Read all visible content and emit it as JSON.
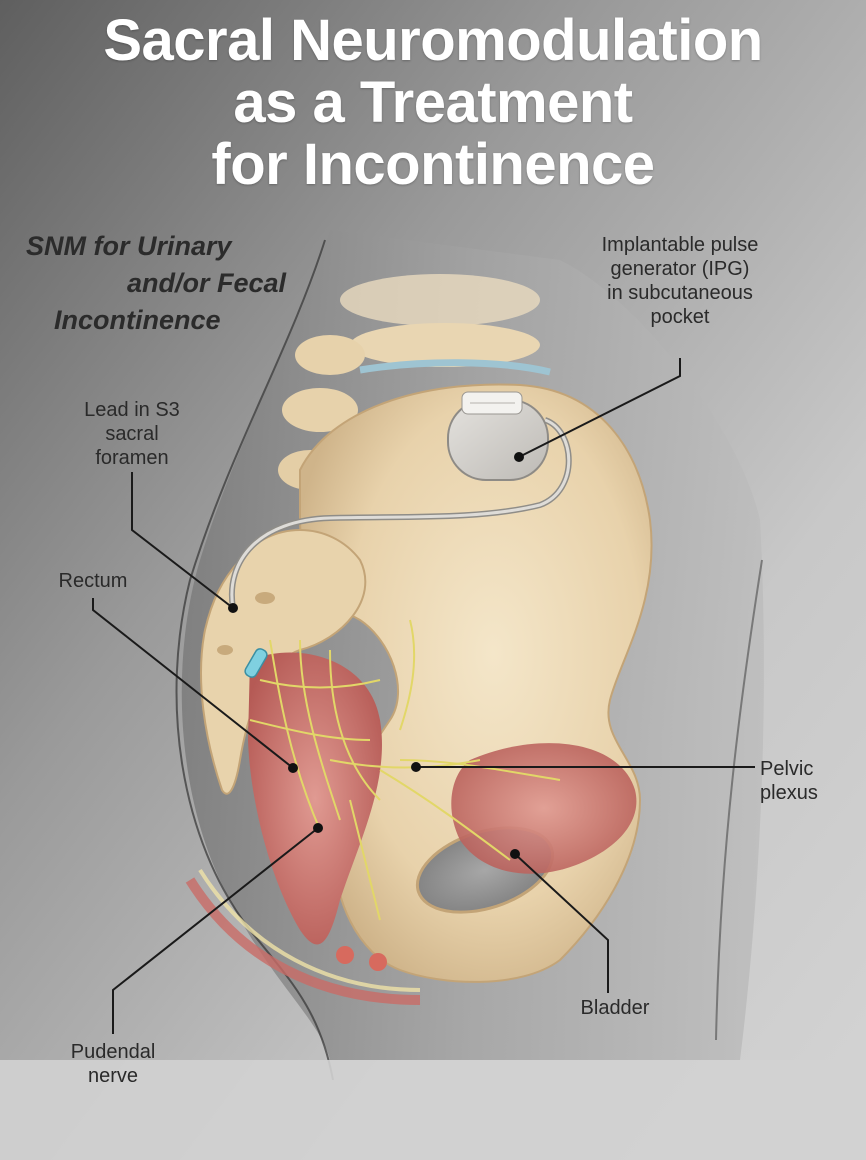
{
  "title": {
    "lines": [
      "Sacral Neuromodulation",
      "as a Treatment",
      "for Incontinence"
    ]
  },
  "subtitle": {
    "lines": [
      "SNM for Urinary",
      "and/or  Fecal",
      "Incontinence"
    ]
  },
  "labels": {
    "ipg": {
      "lines": [
        "Implantable pulse",
        "generator (IPG)",
        "in subcutaneous",
        "pocket"
      ]
    },
    "lead": {
      "lines": [
        "Lead in S3",
        "sacral",
        "foramen"
      ]
    },
    "rectum": {
      "lines": [
        "Rectum"
      ]
    },
    "pelvic_plexus": {
      "lines": [
        "Pelvic",
        "plexus"
      ]
    },
    "bladder": {
      "lines": [
        "Bladder"
      ]
    },
    "pudendal_nerve": {
      "lines": [
        "Pudendal",
        "nerve"
      ]
    }
  },
  "colors": {
    "bone": "#ead7b4",
    "bone_shadow": "#c9ad82",
    "muscle": "#c96b66",
    "nerve": "#e6dc6a",
    "device": "#d2d0cc",
    "background_dark": "#6a6a6a",
    "background_light": "#d2d2d2",
    "leader_line": "#1a1a1a"
  }
}
